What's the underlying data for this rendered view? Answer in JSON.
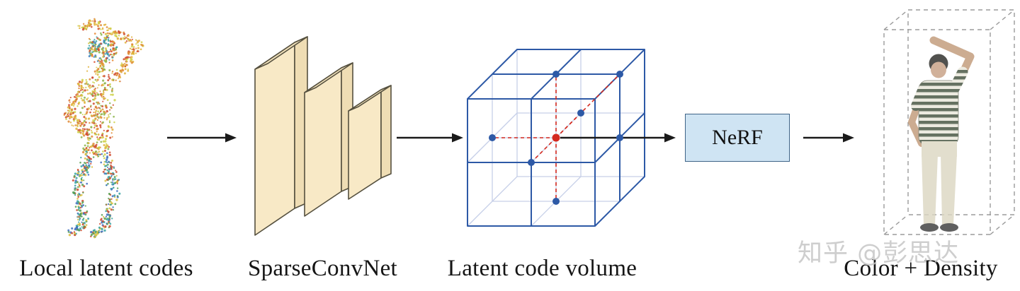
{
  "stages": [
    {
      "label": "Local latent codes"
    },
    {
      "label": "SparseConvNet"
    },
    {
      "label": "Latent code volume"
    },
    {
      "label": "Color + Density"
    }
  ],
  "nerf": {
    "label": "NeRF"
  },
  "watermark": {
    "text": "知乎 @彭思达"
  },
  "colors": {
    "arrow": "#1a1a1a",
    "cube_edge": "#2d59a6",
    "cube_inner_grid": "#c6cfe8",
    "latent_dot_blue": "#2d59a6",
    "query_dot_red": "#d42a20",
    "convnet_slab_fill": "#f8e9c6",
    "convnet_slab_edge": "#55503f",
    "nerf_box_fill": "#cfe4f3",
    "nerf_box_border": "#3f6487",
    "dashed_bounding_box": "#9b9b9b",
    "label_text": "#151515",
    "watermark_gray": "#c4c4c4"
  }
}
